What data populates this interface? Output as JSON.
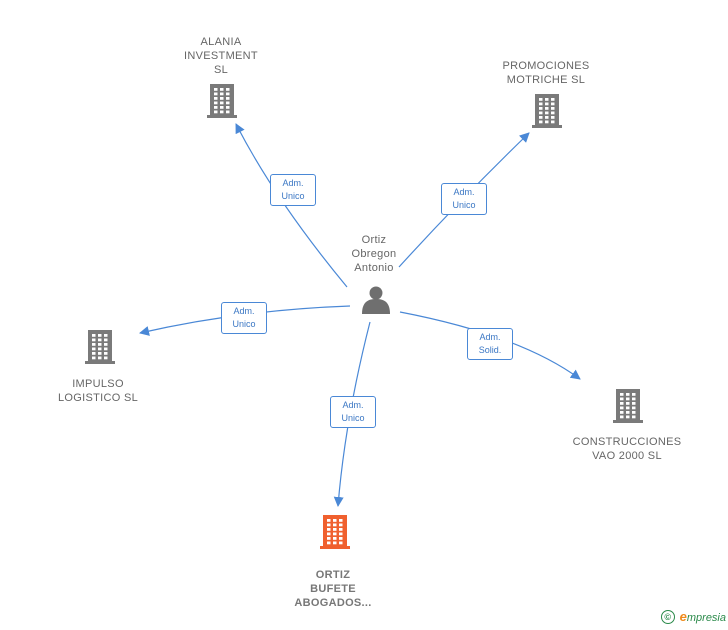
{
  "colors": {
    "edge": "#4a88d6",
    "building": "#7a7a7a",
    "building_highlight": "#f0602e",
    "person": "#6f6f6f"
  },
  "person": {
    "name": "Ortiz\nObregon\nAntonio",
    "icon": "person-icon"
  },
  "companies": [
    {
      "id": "alania",
      "name": "ALANIA\nINVESTMENT\nSL",
      "icon": "building-icon",
      "highlight": false
    },
    {
      "id": "promociones",
      "name": "PROMOCIONES\nMOTRICHE  SL",
      "icon": "building-icon",
      "highlight": false
    },
    {
      "id": "impulso",
      "name": "IMPULSO\nLOGISTICO SL",
      "icon": "building-icon",
      "highlight": false
    },
    {
      "id": "construcciones",
      "name": "CONSTRUCCIONES\nVAO 2000 SL",
      "icon": "building-icon",
      "highlight": false
    },
    {
      "id": "ortiz",
      "name": "ORTIZ\nBUFETE\nABOGADOS...",
      "icon": "building-icon",
      "highlight": true
    }
  ],
  "edges": [
    {
      "to": "alania",
      "label": "Adm.\nUnico"
    },
    {
      "to": "promociones",
      "label": "Adm.\nUnico"
    },
    {
      "to": "impulso",
      "label": "Adm.\nUnico"
    },
    {
      "to": "construcciones",
      "label": "Adm.\nSolid."
    },
    {
      "to": "ortiz",
      "label": "Adm.\nUnico"
    }
  ],
  "footer": {
    "copyright_symbol": "©",
    "brand_initial": "e",
    "brand_rest": "mpresia"
  }
}
